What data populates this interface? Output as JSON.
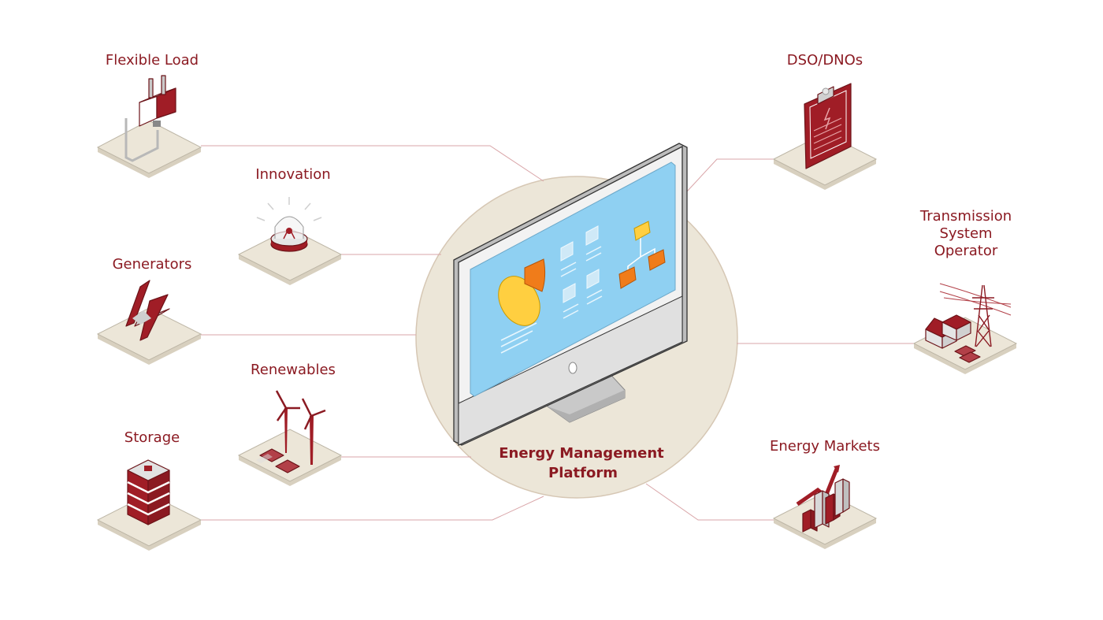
{
  "center": {
    "line1": "Energy Management",
    "line2": "Platform"
  },
  "nodes": {
    "flexible_load": "Flexible Load",
    "innovation": "Innovation",
    "generators": "Generators",
    "renewables": "Renewables",
    "storage": "Storage",
    "dso": "DSO/DNOs",
    "tso_line1": "Transmission",
    "tso_line2": "System",
    "tso_line3": "Operator",
    "energy_markets": "Energy Markets"
  },
  "colors": {
    "brand_red": "#8b1a22",
    "circle_bg": "#ece6d8",
    "screen_blue": "#8fd0f2",
    "chart_yellow": "#ffcf40",
    "chart_orange": "#f07c1a",
    "connector": "#d9a5a8"
  },
  "icons": [
    "plug-icon",
    "lightbulb-icon",
    "generator-icon",
    "wind-turbine-icon",
    "battery-stack-icon",
    "clipboard-icon",
    "pylon-icon",
    "bar-chart-icon",
    "monitor-icon"
  ]
}
